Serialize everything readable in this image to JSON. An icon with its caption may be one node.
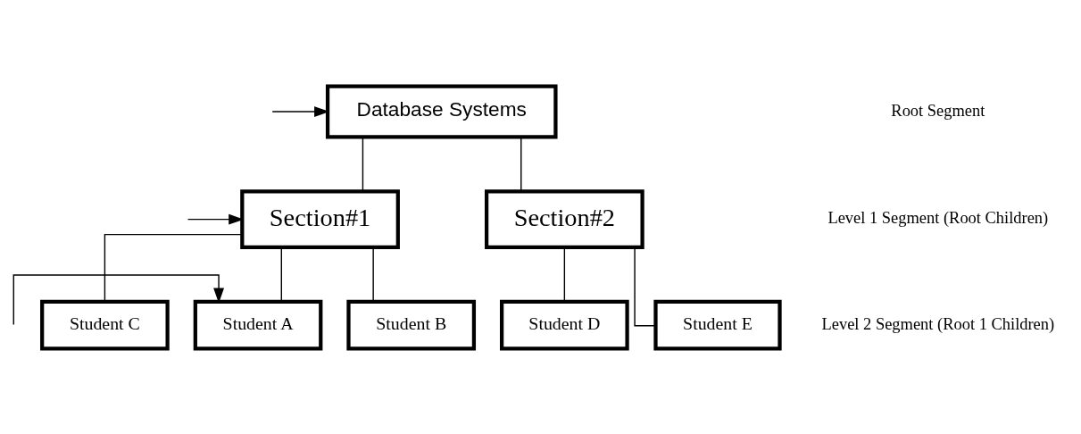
{
  "diagram": {
    "nodes": [
      {
        "text": [
          "Database Systems"
        ]
      },
      {
        "text": [
          "Section#1"
        ]
      },
      {
        "text": [
          "Section#2"
        ]
      },
      {
        "text": [
          "Student A"
        ]
      },
      {
        "text": [
          "Student B"
        ]
      },
      {
        "text": [
          "Student C"
        ]
      },
      {
        "text": [
          "Student D"
        ]
      },
      {
        "text": [
          "Student E"
        ]
      }
    ],
    "edges": [
      {
        "from": null,
        "to": 0,
        "arrow": "to"
      },
      {
        "from": 0,
        "to": 1,
        "arrow": "none"
      },
      {
        "from": 0,
        "to": 2,
        "arrow": "none"
      },
      {
        "from": null,
        "to": 1,
        "arrow": "to"
      },
      {
        "from": 1,
        "to": 3,
        "arrow": "none"
      },
      {
        "from": 1,
        "to": 4,
        "arrow": "none"
      },
      {
        "from": 1,
        "to": 5,
        "arrow": "none"
      },
      {
        "from": 2,
        "to": 6,
        "arrow": "none"
      },
      {
        "from": 2,
        "to": 7,
        "arrow": "none"
      },
      {
        "from": null,
        "to": 3,
        "arrow": "to"
      }
    ],
    "labels": [
      "Root Segment",
      "Level 1 Segment (Root Children)",
      "Level 2 Segment (Root 1 Children)"
    ]
  }
}
